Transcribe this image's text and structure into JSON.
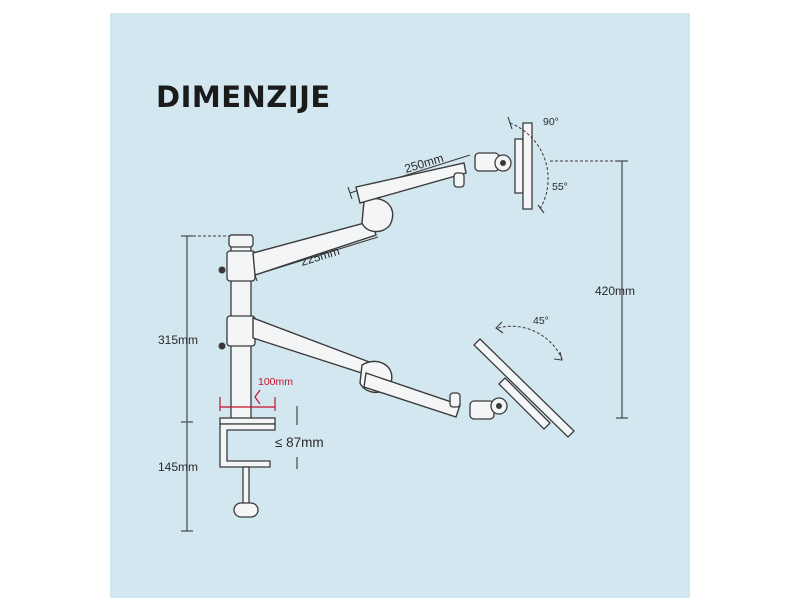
{
  "title": "DIMENZIJE",
  "colors": {
    "background": "#d3e7f0",
    "outline": "#3a3a3a",
    "accent": "#c8102e"
  },
  "dimensions": {
    "upper_arm_length": "250mm",
    "lower_arm_length": "225mm",
    "pole_height": "315mm",
    "total_height": "420mm",
    "clamp_height": "145mm",
    "clamp_depth": "100mm",
    "desk_thickness": "≤ 87mm"
  },
  "angles": {
    "tilt_up": "90°",
    "tilt_down": "55°",
    "swivel": "45°"
  }
}
